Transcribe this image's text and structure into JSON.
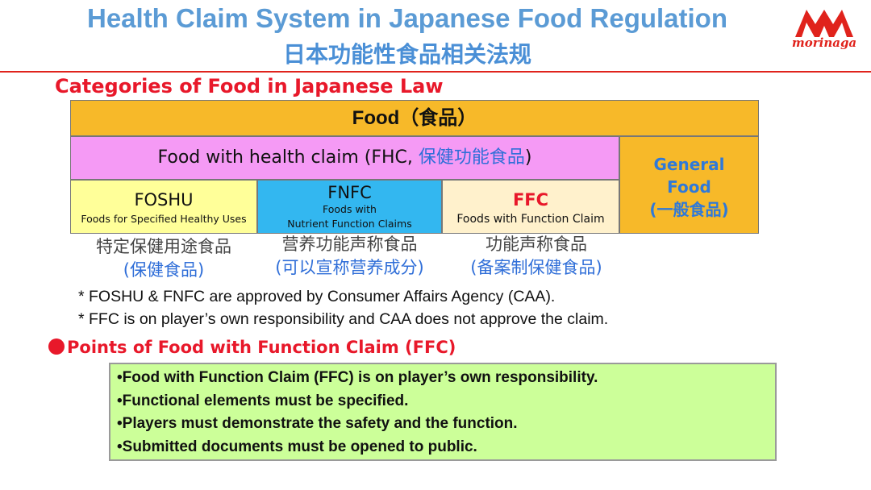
{
  "header": {
    "title_en": "Health Claim System in Japanese Food Regulation",
    "title_cn": "日本功能性食品相关法规",
    "logo_text": "morinaga",
    "logo_color": "#e0231c"
  },
  "section1": {
    "heading": "Categories of Food in Japanese Law"
  },
  "chart": {
    "food": "Food（食品）",
    "fhc_en": "Food with health claim (FHC, ",
    "fhc_cn": "保健功能食品",
    "fhc_close": ")",
    "general_line1": "General",
    "general_line2": "Food",
    "general_line3": "(一般食品)",
    "foshu_title": "FOSHU",
    "foshu_sub": "Foods for Specified Healthy Uses",
    "fnfc_title": "FNFC",
    "fnfc_sub1": "Foods with",
    "fnfc_sub2": "Nutrient Function Claims",
    "ffc_title": "FFC",
    "ffc_sub": "Foods with Function Claim"
  },
  "cn_labels": [
    {
      "line1": "特定保健用途食品",
      "line2": "(保健食品)"
    },
    {
      "line1": "营养功能声称食品",
      "line2": "(可以宣称营养成分)"
    },
    {
      "line1": "功能声称食品",
      "line2": "(备案制保健食品)"
    }
  ],
  "notes": [
    "* FOSHU & FNFC are approved by Consumer Affairs Agency (CAA).",
    "* FFC is on player’s own responsibility and CAA does not approve the claim."
  ],
  "section2": {
    "heading": "Points of Food with Function Claim (FFC)"
  },
  "points": [
    "•Food with Function Claim (FFC) is on player’s own responsibility.",
    "•Functional elements must be specified.",
    "•Players must demonstrate the safety and the function.",
    "•Submitted documents must be opened to public."
  ],
  "colors": {
    "title_blue": "#5b9bd5",
    "accent_red": "#e8182a",
    "food_orange": "#f7b929",
    "fhc_pink": "#f59af5",
    "foshu_yellow": "#ffff99",
    "fnfc_blue": "#33b7f0",
    "ffc_cream": "#fff1cc",
    "points_green": "#ccff99"
  }
}
